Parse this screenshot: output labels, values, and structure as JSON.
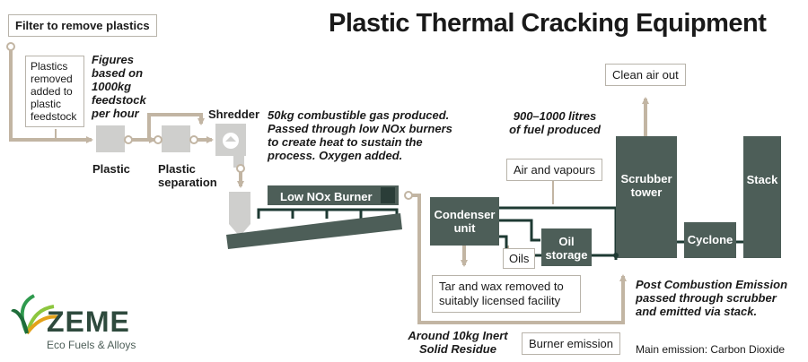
{
  "title": "Plastic Thermal Cracking Equipment",
  "filter_label": "Filter to remove plastics",
  "plastics_removed": "Plastics removed added to plastic feedstock",
  "figures_note": "Figures based on 1000kg feedstock per hour",
  "shredder": "Shredder",
  "plastic": "Plastic",
  "plastic_separation": "Plastic separation",
  "gas_note": "50kg combustible gas produced. Passed through low NOx burners to create heat to sustain the process. Oxygen added.",
  "burner": "Low NOx Burner",
  "fuel_note": "900–1000 litres of fuel produced",
  "clean_air": "Clean air out",
  "air_vapours": "Air and vapours",
  "condenser": "Condenser unit",
  "oils": "Oils",
  "oil_storage": "Oil storage",
  "scrubber": "Scrubber tower",
  "cyclone": "Cyclone",
  "stack": "Stack",
  "tar_wax": "Tar and wax removed to suitably licensed facility",
  "residue": "Around 10kg Inert Solid Residue",
  "burner_emission": "Burner emission",
  "post_combustion": "Post Combustion Emission passed through scrubber and emitted via stack.",
  "main_emission": "Main emission: Carbon Dioxide",
  "logo": {
    "brand": "ZEME",
    "tagline": "Eco Fuels & Alloys"
  },
  "colors": {
    "equipment": "#4d5e58",
    "flow": "#c2b5a3",
    "line_dark": "#1e3a33",
    "box_border": "#b8b3aa"
  }
}
